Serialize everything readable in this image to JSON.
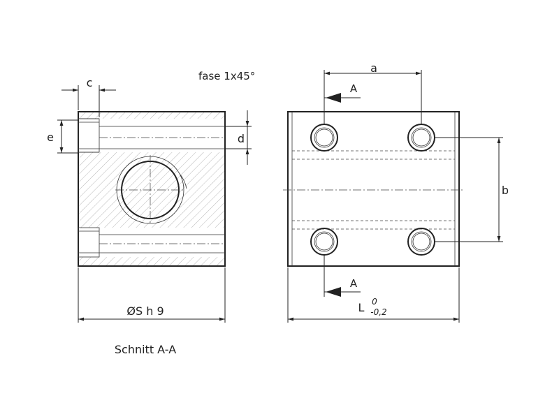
{
  "labels": {
    "c": "c",
    "e": "e",
    "d": "d",
    "a": "a",
    "b": "b",
    "chamfer": "fase 1x45°",
    "section_top": "A",
    "section_bottom": "A",
    "diameter": "ØS h 9",
    "length": "L",
    "tol_upper": "0",
    "tol_lower": "-0,2",
    "caption": "Schnitt A-A"
  }
}
